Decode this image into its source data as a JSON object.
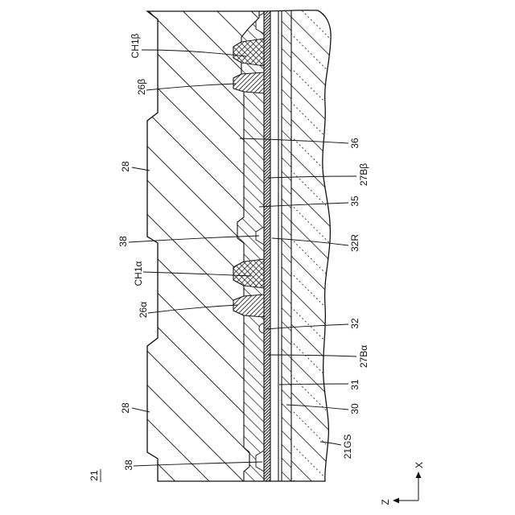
{
  "figure": {
    "ref_numeral": "21"
  },
  "labels": {
    "ch1_beta": "CH1β",
    "ref_26_beta": "26β",
    "ref_28_upper": "28",
    "ref_38_middle": "38",
    "ch1_alpha": "CH1α",
    "ref_26_alpha": "26α",
    "ref_28_lower": "28",
    "ref_38_lower": "38",
    "ref_36": "36",
    "ref_27b_beta": "27Bβ",
    "ref_35": "35",
    "ref_32r": "32R",
    "ref_32": "32",
    "ref_27b_alpha": "27Bα",
    "ref_31": "31",
    "ref_30": "30",
    "ref_21gs": "21GS"
  },
  "axes": {
    "x_label": "X",
    "z_label": "Z"
  }
}
